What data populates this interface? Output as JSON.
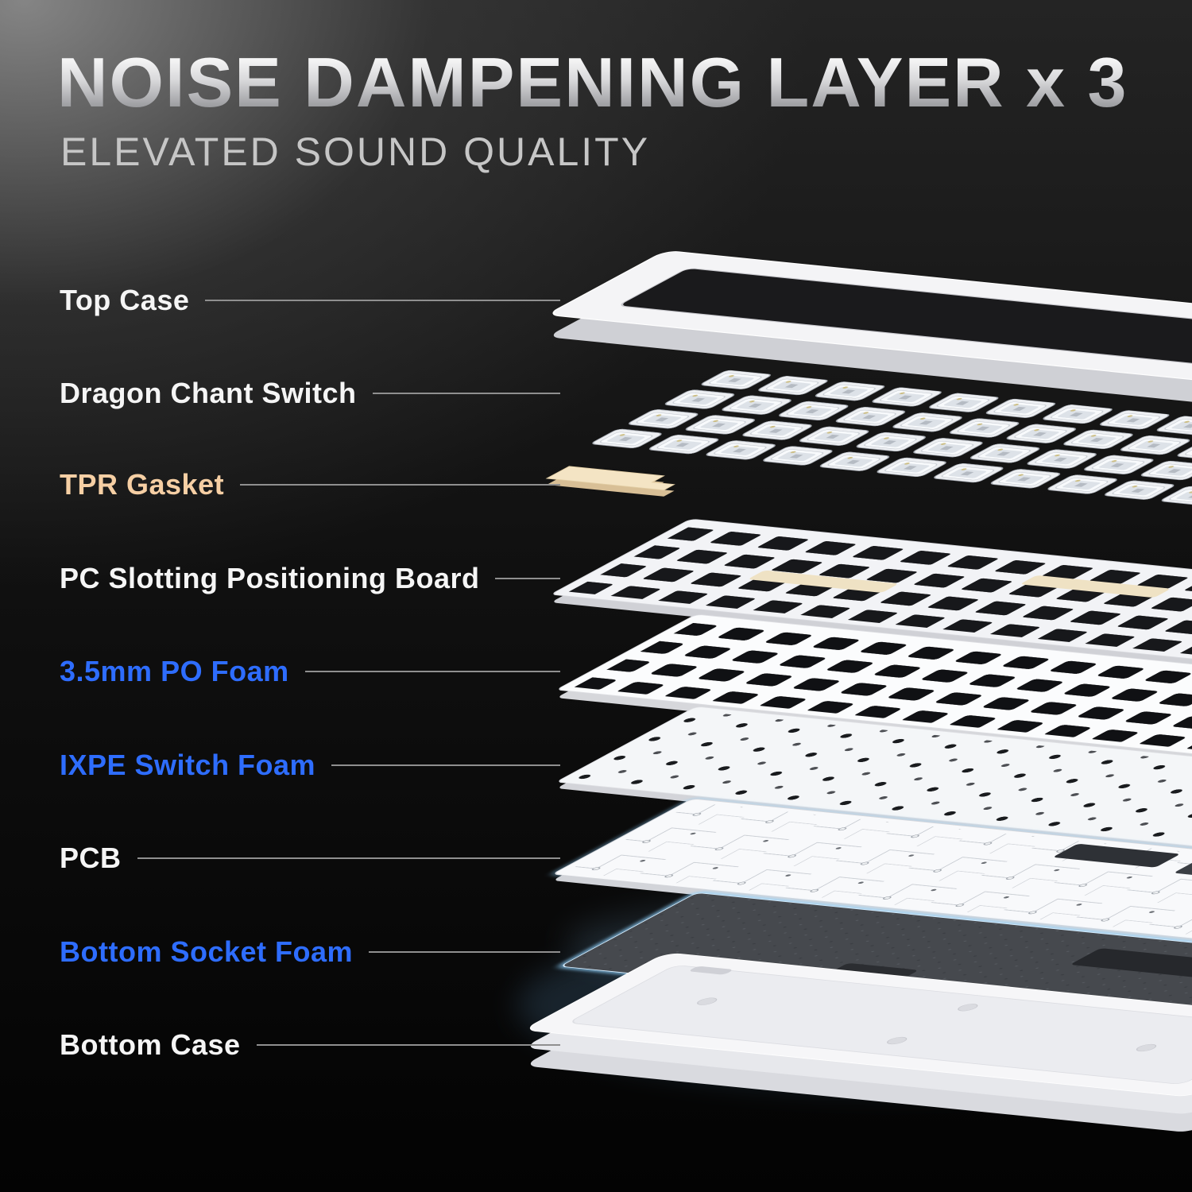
{
  "header": {
    "title": "NOISE DAMPENING LAYER x 3",
    "subtitle": "ELEVATED SOUND QUALITY"
  },
  "labels": [
    {
      "id": "top-case",
      "text": "Top Case",
      "color": "#f5f5f5"
    },
    {
      "id": "dragon-chant-switch",
      "text": "Dragon Chant Switch",
      "color": "#f5f5f5"
    },
    {
      "id": "tpr-gasket",
      "text": "TPR Gasket",
      "color": "#f6cfa4"
    },
    {
      "id": "pc-slotting-positioning-board",
      "text": "PC Slotting Positioning Board",
      "color": "#f5f5f5"
    },
    {
      "id": "po-foam",
      "text": "3.5mm PO Foam",
      "color": "#2e6dff"
    },
    {
      "id": "ixpe-switch-foam",
      "text": "IXPE Switch Foam",
      "color": "#2e6dff"
    },
    {
      "id": "pcb",
      "text": "PCB",
      "color": "#f5f5f5"
    },
    {
      "id": "bottom-socket-foam",
      "text": "Bottom Socket Foam",
      "color": "#2e6dff"
    },
    {
      "id": "bottom-case",
      "text": "Bottom Case",
      "color": "#f5f5f5"
    }
  ],
  "colors": {
    "accent_blue": "#2e6dff",
    "accent_peach": "#f6cfa4",
    "glow": "#8fd3ff",
    "pointer_line": "#8f8f8f"
  }
}
